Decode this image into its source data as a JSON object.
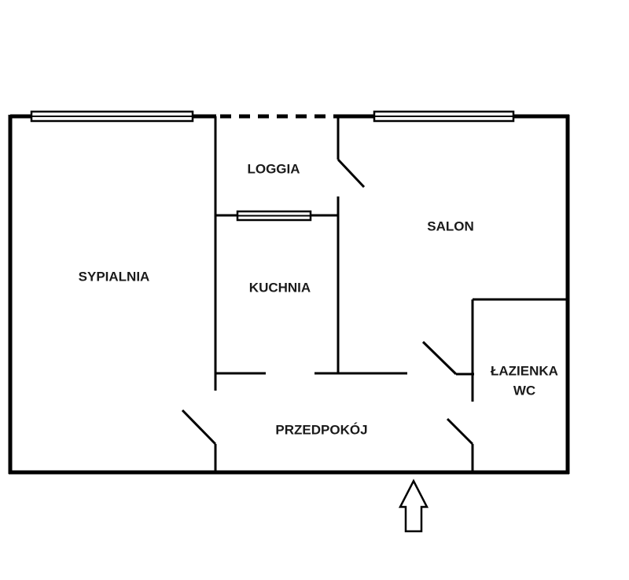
{
  "rooms": {
    "loggia": "LOGGIA",
    "salon": "SALON",
    "sypialnia": "SYPIALNIA",
    "kuchnia": "KUCHNIA",
    "lazienka": "ŁAZIENKA",
    "wc": "WC",
    "przedpokoj": "PRZEDPOKÓJ"
  },
  "colors": {
    "line": "#000000",
    "background": "#ffffff"
  },
  "icons": {
    "entrance": "up-arrow-icon"
  }
}
